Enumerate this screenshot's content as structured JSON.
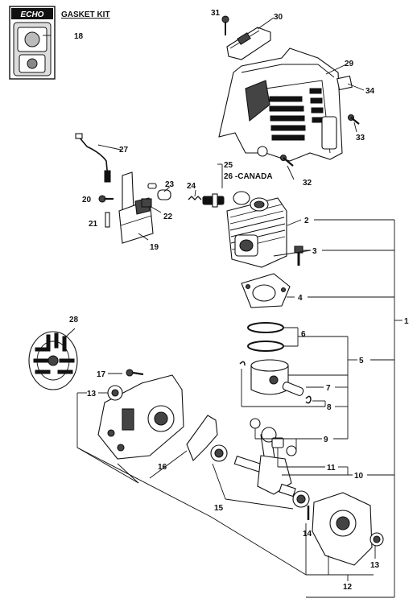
{
  "brand": "ECHO",
  "gasket_kit_label": "GASKET KIT",
  "canada_label": "26 -CANADA",
  "callouts": [
    {
      "id": "c1",
      "text": "1"
    },
    {
      "id": "c2",
      "text": "2"
    },
    {
      "id": "c3",
      "text": "3"
    },
    {
      "id": "c4",
      "text": "4"
    },
    {
      "id": "c5",
      "text": "5"
    },
    {
      "id": "c6",
      "text": "6"
    },
    {
      "id": "c7",
      "text": "7"
    },
    {
      "id": "c8",
      "text": "8"
    },
    {
      "id": "c9",
      "text": "9"
    },
    {
      "id": "c10",
      "text": "10"
    },
    {
      "id": "c11",
      "text": "11"
    },
    {
      "id": "c12",
      "text": "12"
    },
    {
      "id": "c13a",
      "text": "13"
    },
    {
      "id": "c13b",
      "text": "13"
    },
    {
      "id": "c14",
      "text": "14"
    },
    {
      "id": "c15",
      "text": "15"
    },
    {
      "id": "c16",
      "text": "16"
    },
    {
      "id": "c17",
      "text": "17"
    },
    {
      "id": "c18",
      "text": "18"
    },
    {
      "id": "c19",
      "text": "19"
    },
    {
      "id": "c20",
      "text": "20"
    },
    {
      "id": "c21",
      "text": "21"
    },
    {
      "id": "c22",
      "text": "22"
    },
    {
      "id": "c23",
      "text": "23"
    },
    {
      "id": "c24",
      "text": "24"
    },
    {
      "id": "c25",
      "text": "25"
    },
    {
      "id": "c27",
      "text": "27"
    },
    {
      "id": "c28",
      "text": "28"
    },
    {
      "id": "c29",
      "text": "29"
    },
    {
      "id": "c30",
      "text": "30"
    },
    {
      "id": "c31",
      "text": "31"
    },
    {
      "id": "c32",
      "text": "32"
    },
    {
      "id": "c33",
      "text": "33"
    },
    {
      "id": "c34",
      "text": "34"
    }
  ]
}
